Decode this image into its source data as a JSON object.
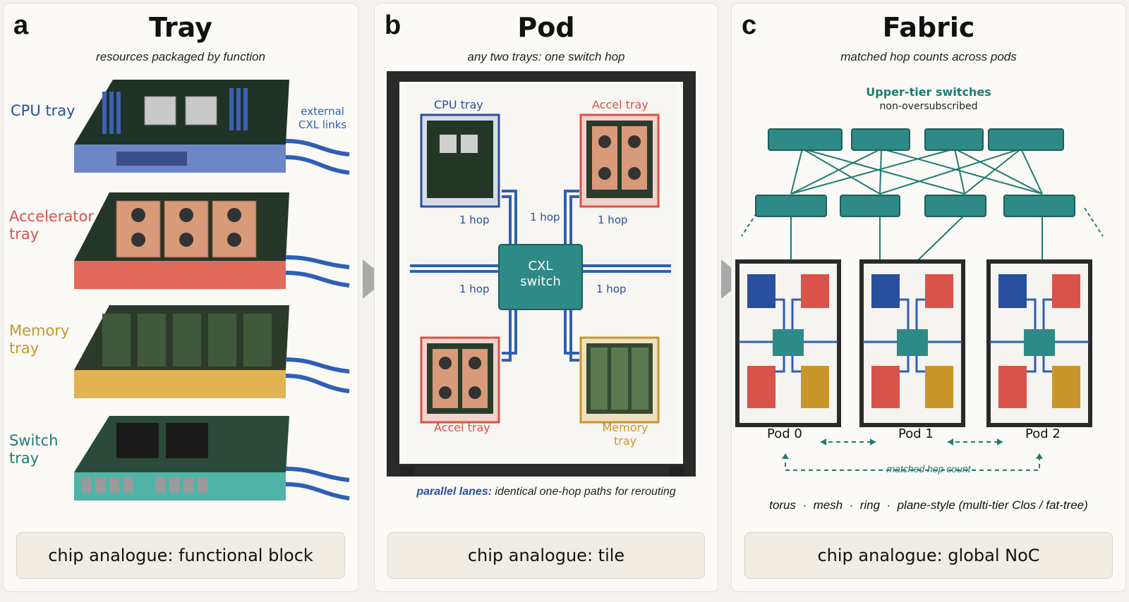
{
  "panels": {
    "a": {
      "letter": "a",
      "title": "Tray",
      "subtitle": "resources packaged by function",
      "analogue": "chip analogue: functional block",
      "trays": {
        "cpu": "CPU tray",
        "accel_line1": "Accelerator",
        "accel_line2": "tray",
        "memory_line1": "Memory",
        "memory_line2": "tray",
        "switch_line1": "Switch",
        "switch_line2": "tray"
      },
      "external_line1": "external",
      "external_line2": "CXL links"
    },
    "b": {
      "letter": "b",
      "title": "Pod",
      "subtitle": "any two trays: one switch hop",
      "cpu_tray": "CPU tray",
      "accel_tray_top": "Accel tray",
      "accel_tray_bottom": "Accel tray",
      "memory_line1": "Memory",
      "memory_line2": "tray",
      "switch_line1": "CXL",
      "switch_line2": "switch",
      "hop": "1 hop",
      "footer_bold": "parallel lanes:",
      "footer_rest": "identical one-hop paths for rerouting",
      "analogue": "chip analogue: tile"
    },
    "c": {
      "letter": "c",
      "title": "Fabric",
      "subtitle": "matched hop counts across pods",
      "upper_title": "Upper-tier switches",
      "upper_sub": "non-oversubscribed",
      "pods": [
        "Pod 0",
        "Pod 1",
        "Pod 2"
      ],
      "matched": "matched hop count",
      "topologies": "torus  ·  mesh  ·  ring  ·  plane-style (multi-tier Clos / fat-tree)",
      "analogue": "chip analogue: global NoC"
    }
  },
  "colors": {
    "cpu": "#2a4f9e",
    "accel": "#d9534a",
    "memory": "#c8962a",
    "switch": "#1f7b72",
    "link": "#2f5fb5",
    "teal": "#2e8a86"
  }
}
